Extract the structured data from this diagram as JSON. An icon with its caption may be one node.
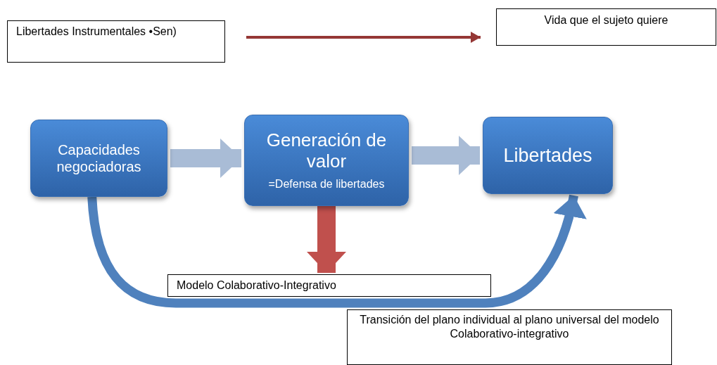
{
  "diagram": {
    "nodes": [
      {
        "text": [
          "Libertades Instrumentales •Sen)"
        ]
      },
      {
        "text": [
          "Vida que el sujeto quiere"
        ]
      },
      {
        "text": [
          "Capacidades negociadoras"
        ]
      },
      {
        "text": [
          "Generación de valor",
          "=Defensa de libertades"
        ]
      },
      {
        "text": [
          "Libertades"
        ]
      },
      {
        "text": [
          "Modelo Colaborativo-Integrativo"
        ]
      },
      {
        "text": [
          "Transición del plano individual al plano universal del modelo Colaborativo-integrativo"
        ]
      }
    ],
    "edges": [
      {
        "from": 0,
        "to": 1,
        "arrow": "to",
        "color": "#953735"
      },
      {
        "from": 2,
        "to": 3,
        "arrow": "to",
        "color": "#a9bcd6"
      },
      {
        "from": 3,
        "to": 4,
        "arrow": "to",
        "color": "#a9bcd6"
      },
      {
        "from": 3,
        "to": 5,
        "arrow": "to",
        "color": "#c0504d"
      },
      {
        "from": 2,
        "to": 4,
        "arrow": "to",
        "color": "#4f81bd"
      }
    ]
  }
}
